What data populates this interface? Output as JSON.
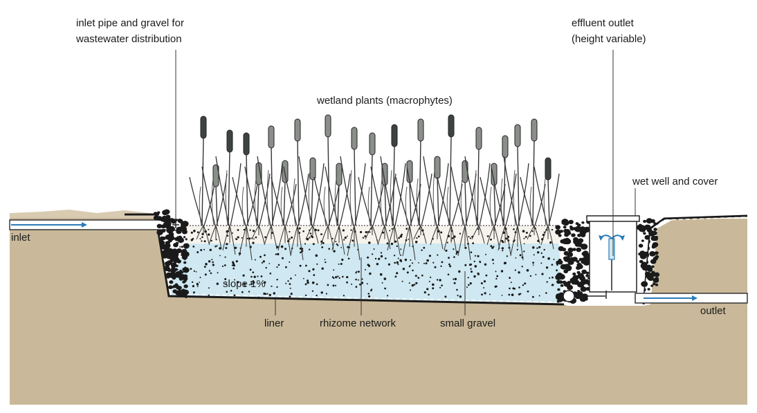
{
  "labels": {
    "inlet_pipe_line1": "inlet pipe and gravel for",
    "inlet_pipe_line2": "wastewater distribution",
    "effluent_line1": "effluent outlet",
    "effluent_line2": "(height variable)",
    "wetland_plants": "wetland plants (macrophytes)",
    "wet_well": "wet well and cover",
    "inlet": "inlet",
    "outlet": "outlet",
    "slope": "slope 1%",
    "liner": "liner",
    "rhizome": "rhizome network",
    "small_gravel": "small gravel"
  },
  "colors": {
    "soil": "#c9b99a",
    "water": "#cfe8f1",
    "gravel": "#1a1a1a",
    "arrow": "#2a7ab8",
    "plant_dark": "#3c4440",
    "plant_mid": "#8a8f8a"
  }
}
